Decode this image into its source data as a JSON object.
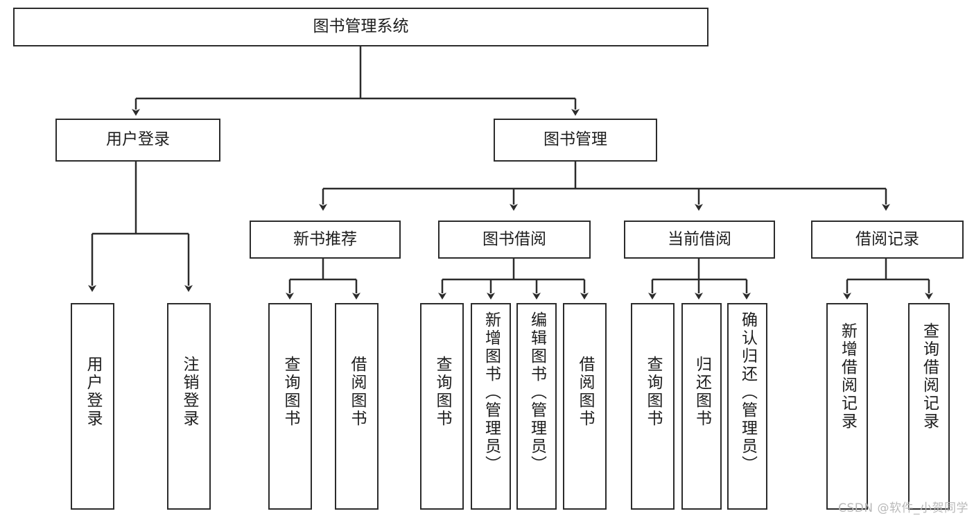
{
  "diagram": {
    "title": "图书管理系统",
    "type": "tree-hierarchy-diagram",
    "orientation": "top-down",
    "colors": {
      "box_border": "#2b2b2b",
      "box_fill": "#ffffff",
      "connector": "#2b2b2b",
      "background": "#ffffff",
      "watermark": "#b9b9b9"
    },
    "root": {
      "label": "图书管理系统",
      "text_direction": "horizontal"
    },
    "level2": [
      {
        "label": "用户登录",
        "text_direction": "horizontal"
      },
      {
        "label": "图书管理",
        "text_direction": "horizontal"
      }
    ],
    "level3": [
      {
        "label": "新书推荐",
        "text_direction": "horizontal",
        "parent": "图书管理"
      },
      {
        "label": "图书借阅",
        "text_direction": "horizontal",
        "parent": "图书管理"
      },
      {
        "label": "当前借阅",
        "text_direction": "horizontal",
        "parent": "图书管理"
      },
      {
        "label": "借阅记录",
        "text_direction": "horizontal",
        "parent": "图书管理"
      }
    ],
    "leaves": {
      "user_login": [
        {
          "label": "用户登录",
          "text_direction": "vertical"
        },
        {
          "label": "注销登录",
          "text_direction": "vertical"
        }
      ],
      "new_book_recommend": [
        {
          "label": "查询图书",
          "text_direction": "vertical"
        },
        {
          "label": "借阅图书",
          "text_direction": "vertical"
        }
      ],
      "book_borrow": [
        {
          "label": "查询图书",
          "text_direction": "vertical"
        },
        {
          "label": "新增图书（管理员）",
          "text_direction": "vertical"
        },
        {
          "label": "编辑图书（管理员）",
          "text_direction": "vertical"
        },
        {
          "label": "借阅图书",
          "text_direction": "vertical"
        }
      ],
      "current_borrow": [
        {
          "label": "查询图书",
          "text_direction": "vertical"
        },
        {
          "label": "归还图书",
          "text_direction": "vertical"
        },
        {
          "label": "确认归还（管理员）",
          "text_direction": "vertical"
        }
      ],
      "borrow_record": [
        {
          "label": "新增借阅记录",
          "text_direction": "vertical"
        },
        {
          "label": "查询借阅记录",
          "text_direction": "vertical"
        }
      ]
    },
    "watermark": "CSDN @软件_小贺同学"
  }
}
